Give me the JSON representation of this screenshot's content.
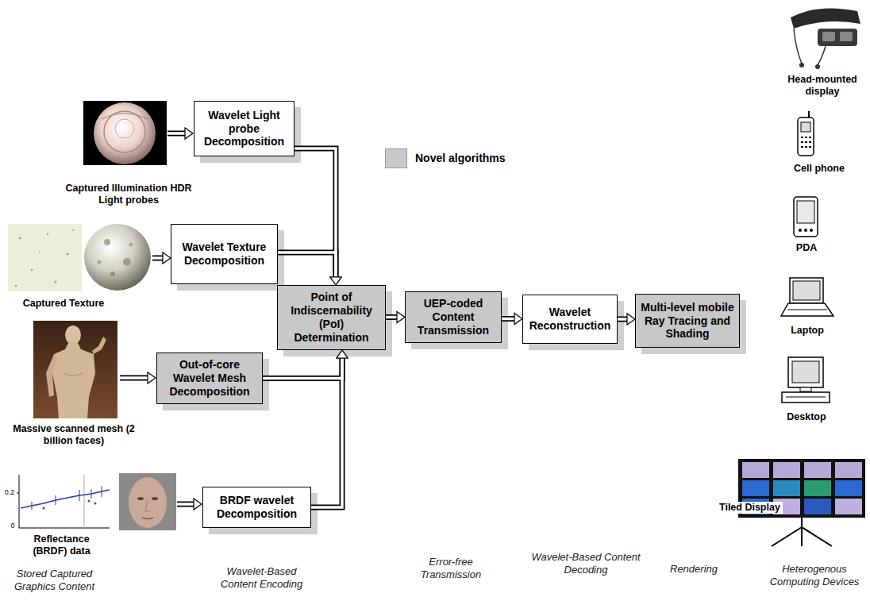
{
  "diagram": {
    "nodes": [
      {
        "text": [
          "Wavelet Light probe Decomposition"
        ]
      },
      {
        "text": [
          "Wavelet Texture Decomposition"
        ]
      },
      {
        "text": [
          "Point of Indiscernability (PoI) Determination"
        ]
      },
      {
        "text": [
          "Out-of-core Wavelet Mesh Decomposition"
        ]
      },
      {
        "text": [
          "BRDF wavelet Decomposition"
        ]
      },
      {
        "text": [
          "UEP-coded Content Transmission"
        ]
      },
      {
        "text": [
          "Wavelet Reconstruction"
        ]
      },
      {
        "text": [
          "Multi-level mobile Ray Tracing and Shading"
        ]
      }
    ],
    "edges": [
      {
        "from": 0,
        "to": 2,
        "arrow": "to"
      },
      {
        "from": 1,
        "to": 2,
        "arrow": "to"
      },
      {
        "from": 3,
        "to": 2,
        "arrow": "to"
      },
      {
        "from": 4,
        "to": 2,
        "arrow": "to"
      },
      {
        "from": 2,
        "to": 5,
        "arrow": "to"
      },
      {
        "from": 5,
        "to": 6,
        "arrow": "to"
      },
      {
        "from": 6,
        "to": 7,
        "arrow": "to"
      }
    ],
    "labels": [
      "Captured Illumination HDR Light probes",
      "Captured Texture",
      "Massive scanned mesh (2 billion faces)",
      "Reflectance (BRDF) data",
      "0.2",
      "0",
      "Head-mounted display",
      "Cell phone",
      "PDA",
      "Laptop",
      "Desktop",
      "Tiled Display",
      "Stored Captured Graphics Content",
      "Wavelet-Based Content Encoding",
      "Error-free Transmission",
      "Wavelet-Based Content Decoding",
      "Rendering",
      "Heterogenous Computing Devices"
    ],
    "legend": [
      {
        "text": "Novel algorithms",
        "color": "#c8c8c8"
      }
    ]
  }
}
